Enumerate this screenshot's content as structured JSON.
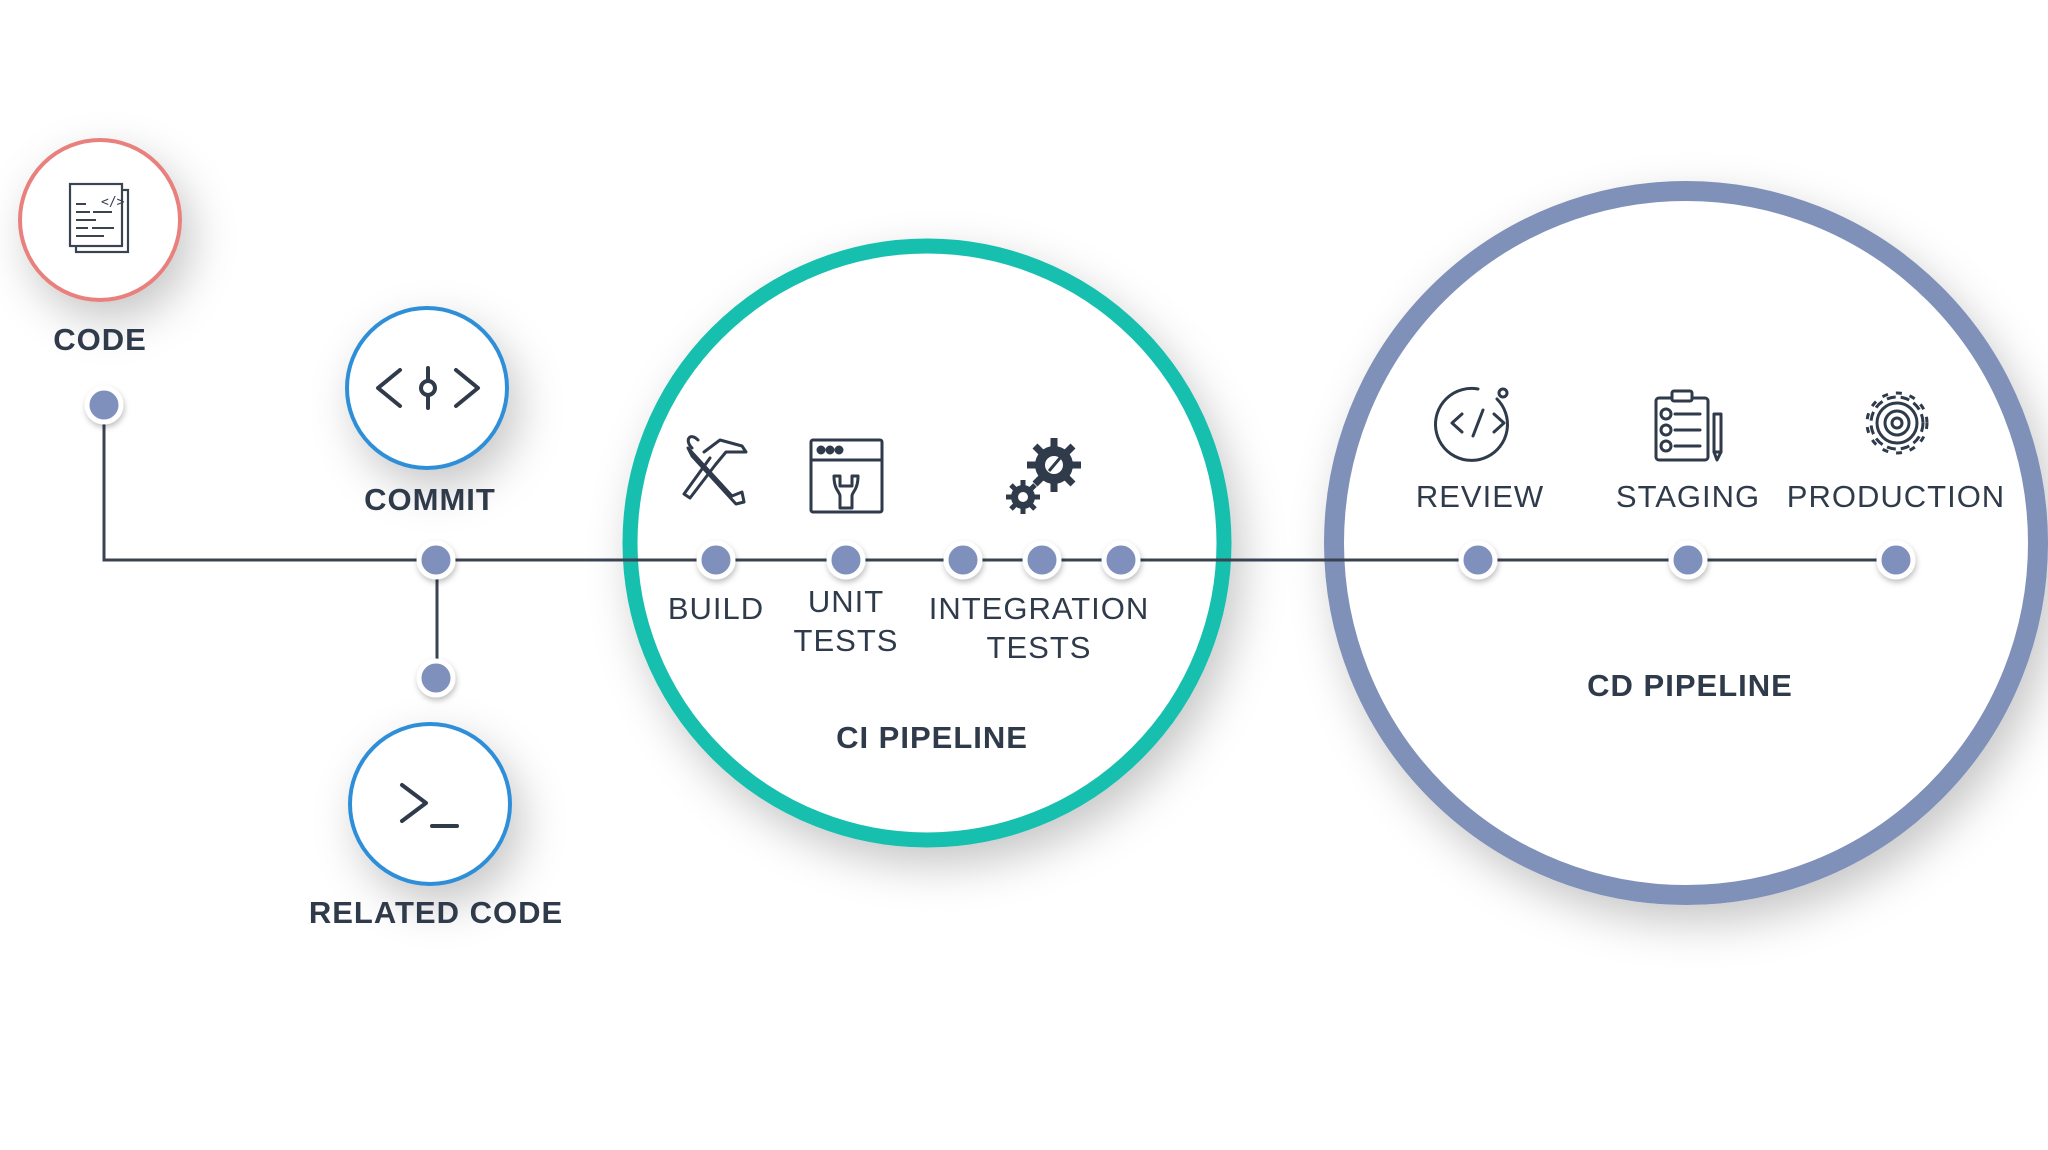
{
  "nodes": {
    "code": {
      "label": "CODE",
      "icon": "code-document-icon",
      "ring_color": "#e8817e"
    },
    "commit": {
      "label": "COMMIT",
      "icon": "commit-icon",
      "ring_color": "#2f8fd8"
    },
    "related_code": {
      "label": "RELATED CODE",
      "icon": "terminal-prompt-icon",
      "ring_color": "#2f8fd8"
    }
  },
  "ci_pipeline": {
    "title": "CI PIPELINE",
    "ring_color": "#19bfae",
    "stages": [
      {
        "line1": "BUILD",
        "line2": "",
        "icon": "hammer-wrench-icon"
      },
      {
        "line1": "UNIT",
        "line2": "TESTS",
        "icon": "browser-wrench-icon"
      },
      {
        "line1": "INTEGRATION",
        "line2": "TESTS",
        "icon": "gears-icon"
      }
    ]
  },
  "cd_pipeline": {
    "title": "CD PIPELINE",
    "ring_color": "#7f90b9",
    "stages": [
      {
        "label": "REVIEW",
        "icon": "code-review-icon"
      },
      {
        "label": "STAGING",
        "icon": "checklist-clipboard-icon"
      },
      {
        "label": "PRODUCTION",
        "icon": "production-gear-icon"
      }
    ]
  },
  "colors": {
    "text": "#2f3a4a",
    "line": "#3a4352",
    "dot": "#7f90bd"
  }
}
